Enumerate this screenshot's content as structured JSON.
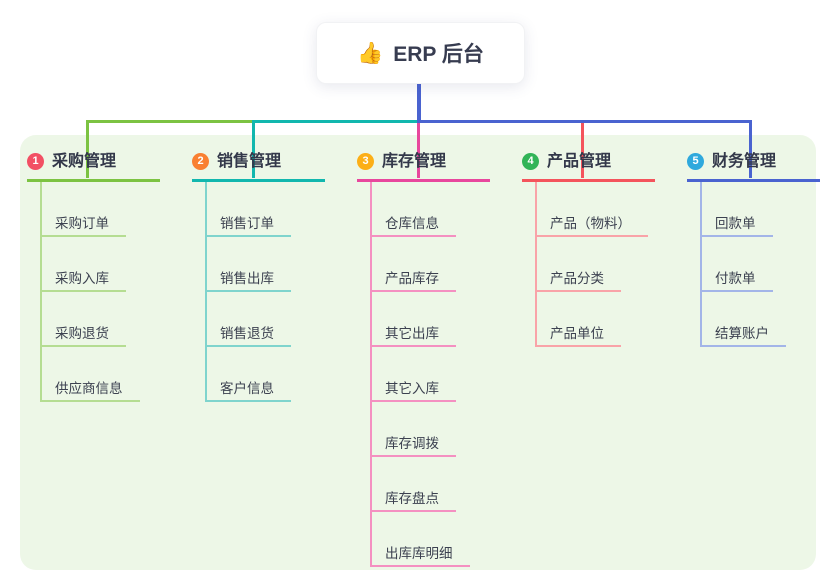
{
  "root": {
    "icon": "thumbs-up-emoji",
    "icon_glyph": "👍",
    "label": "ERP 后台"
  },
  "colors": {
    "canvas": "#ffffff",
    "panel_bg": "#edf7e7",
    "trunk_blue": "#4a63d0",
    "text": "#3a3f51"
  },
  "branches": [
    {
      "badge": "1",
      "label": "采购管理",
      "badge_color": "#f25064",
      "accent": "#7cc342",
      "light": "#b5dd92",
      "items": [
        "采购订单",
        "采购入库",
        "采购退货",
        "供应商信息"
      ]
    },
    {
      "badge": "2",
      "label": "销售管理",
      "badge_color": "#f98032",
      "accent": "#12b7ae",
      "light": "#7fd4cd",
      "items": [
        "销售订单",
        "销售出库",
        "销售退货",
        "客户信息"
      ]
    },
    {
      "badge": "3",
      "label": "库存管理",
      "badge_color": "#fcaf17",
      "accent": "#e8479d",
      "light": "#f490c1",
      "items": [
        "仓库信息",
        "产品库存",
        "其它出库",
        "其它入库",
        "库存调拨",
        "库存盘点",
        "出库库明细"
      ]
    },
    {
      "badge": "4",
      "label": "产品管理",
      "badge_color": "#31b457",
      "accent": "#f4545c",
      "light": "#f9a3a8",
      "items": [
        "产品（物料）",
        "产品分类",
        "产品单位"
      ]
    },
    {
      "badge": "5",
      "label": "财务管理",
      "badge_color": "#2fa9dd",
      "accent": "#4a63d0",
      "light": "#a3b5e8",
      "items": [
        "回款单",
        "付款单",
        "结算账户"
      ]
    }
  ]
}
